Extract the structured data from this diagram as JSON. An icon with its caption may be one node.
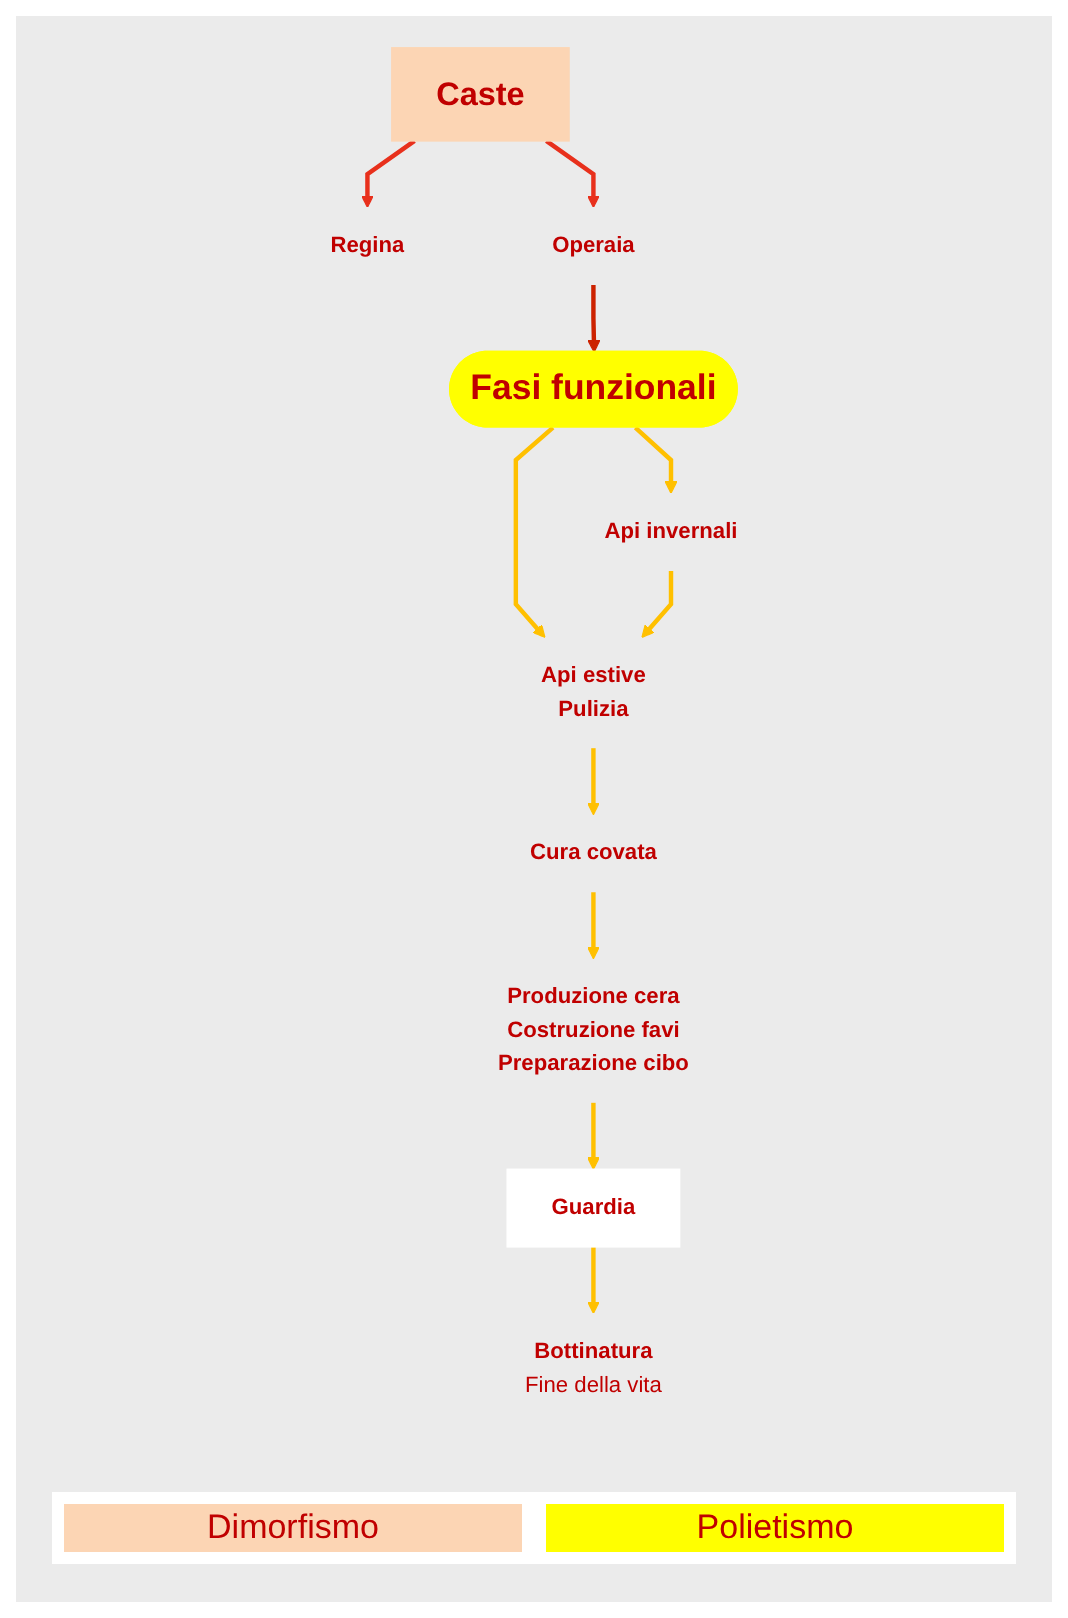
{
  "diagram": {
    "nodes": [
      {
        "text": [
          "Caste"
        ]
      },
      {
        "text": [
          "Regina"
        ]
      },
      {
        "text": [
          "Operaia"
        ]
      },
      {
        "text": [
          "Fasi funzionali"
        ]
      },
      {
        "text": [
          "Api estive",
          "Pulizia"
        ]
      },
      {
        "text": [
          "Api invernali"
        ]
      },
      {
        "text": [
          "Cura covata"
        ]
      },
      {
        "text": [
          "Produzione cera",
          "Costruzione favi",
          "Preparazione cibo"
        ]
      },
      {
        "text": [
          "Guardia"
        ]
      },
      {
        "text": [
          "Bottinatura",
          "Fine della vita"
        ]
      }
    ],
    "edges": [
      {
        "from": 0,
        "to": 1,
        "arrow": "to",
        "color": "#e8301c"
      },
      {
        "from": 0,
        "to": 2,
        "arrow": "to",
        "color": "#e8301c"
      },
      {
        "from": 2,
        "to": 3,
        "arrow": "to",
        "color": "#cc2200"
      },
      {
        "from": 3,
        "to": 4,
        "arrow": "to"
      },
      {
        "from": 3,
        "to": 5,
        "arrow": "to"
      },
      {
        "from": 5,
        "to": 4,
        "arrow": "to"
      },
      {
        "from": 4,
        "to": 6,
        "arrow": "to"
      },
      {
        "from": 6,
        "to": 7,
        "arrow": "to"
      },
      {
        "from": 7,
        "to": 8,
        "arrow": "to"
      },
      {
        "from": 8,
        "to": 9,
        "arrow": "to"
      }
    ],
    "legend": [
      {
        "text": "Dimorfismo",
        "color": "#fcd5b4"
      },
      {
        "text": "Polietismo",
        "color": "#ffff00"
      }
    ]
  }
}
